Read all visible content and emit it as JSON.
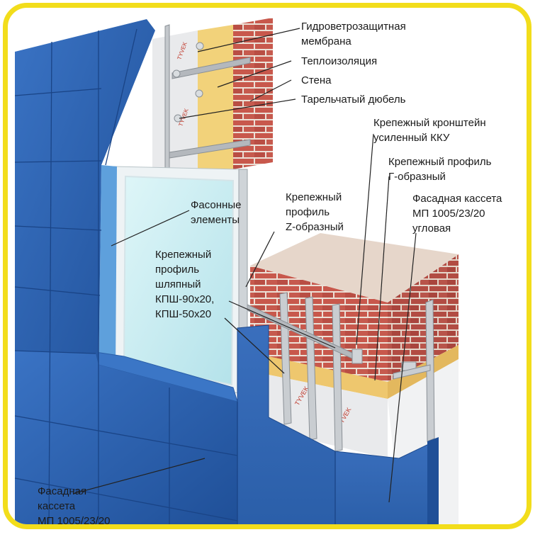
{
  "diagram": {
    "labels": {
      "membrane": [
        "Гидроветрозащитная",
        "мембрана"
      ],
      "insulation": [
        "Теплоизоляция"
      ],
      "wall": [
        "Стена"
      ],
      "dowel": [
        "Тарельчатый дюбель"
      ],
      "bracket": [
        "Крепежный кронштейн",
        "усиленный ККУ"
      ],
      "g_profile": [
        "Крепежный профиль",
        "Г-образный"
      ],
      "corner_cassette": [
        "Фасадная кассета",
        "МП 1005/23/20",
        "угловая"
      ],
      "shaped_elements": [
        "Фасонные",
        "элементы"
      ],
      "z_profile": [
        "Крепежный",
        "профиль",
        "Z-образный"
      ],
      "hat_profile": [
        "Крепежный",
        "профиль",
        "шляпный",
        "КПШ-90х20,",
        "КПШ-50х20"
      ],
      "facade_cassette": [
        "Фасадная",
        "кассета",
        "МП 1005/23/20"
      ]
    },
    "membrane_print": "TYVEK",
    "colors": {
      "frame": "#f2dd1b",
      "cassette": "#2a5ea8",
      "brick": "#c8584c",
      "mortar": "#ece0d6",
      "insulation": "#f2d27a",
      "membrane": "#e9eaec",
      "glass": "#c6ebf0",
      "profile": "#b4b8bd"
    }
  }
}
